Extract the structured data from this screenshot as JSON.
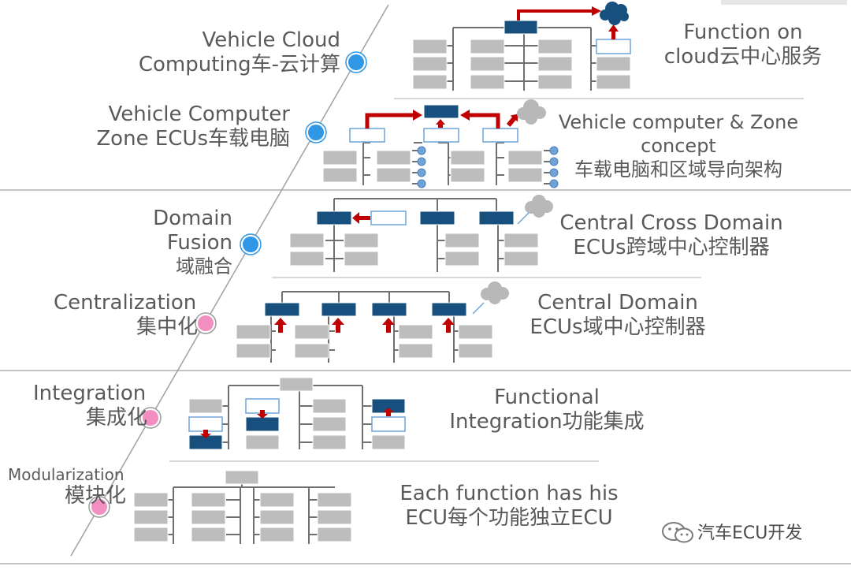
{
  "stages": [
    {
      "id": "cloud",
      "name_lines": [
        "Vehicle Cloud",
        "Computing车-云计算"
      ],
      "dot_color": "#2f97e6",
      "desc_lines": [
        "Function on",
        "cloud云中心服务"
      ]
    },
    {
      "id": "zone",
      "name_lines": [
        "Vehicle Computer",
        "Zone ECUs车载电脑"
      ],
      "dot_color": "#2f97e6",
      "desc_lines": [
        "Vehicle computer & Zone",
        "concept",
        "车载电脑和区域导向架构"
      ]
    },
    {
      "id": "fusion",
      "name_lines": [
        "Domain",
        "Fusion",
        "域融合"
      ],
      "dot_color": "#2f97e6",
      "desc_lines": [
        "Central Cross Domain",
        "ECUs跨域中心控制器"
      ]
    },
    {
      "id": "central",
      "name_lines": [
        "Centralization",
        "集中化"
      ],
      "dot_color": "#f28fc0",
      "desc_lines": [
        "Central Domain",
        "ECUs域中心控制器"
      ]
    },
    {
      "id": "integration",
      "name_lines": [
        "Integration",
        "集成化"
      ],
      "dot_color": "#f28fc0",
      "desc_lines": [
        "Functional",
        "Integration功能集成"
      ]
    },
    {
      "id": "modular",
      "name_lines": [
        "Modularization",
        "模块化"
      ],
      "dot_color": "#f28fc0",
      "desc_lines": [
        "Each function has his",
        "ECU每个功能独立ECU"
      ]
    }
  ],
  "colors": {
    "ecu_gray": "#bdbdbd",
    "ecu_dark": "#17507e",
    "arrow_red": "#c00000",
    "cloud": "#b8b8b8",
    "cloud_dark": "#17507e",
    "line": "#707070",
    "zone_node": "#6fa3d8"
  },
  "watermark": {
    "text": "汽车ECU开发",
    "icon": "wechat-icon"
  }
}
